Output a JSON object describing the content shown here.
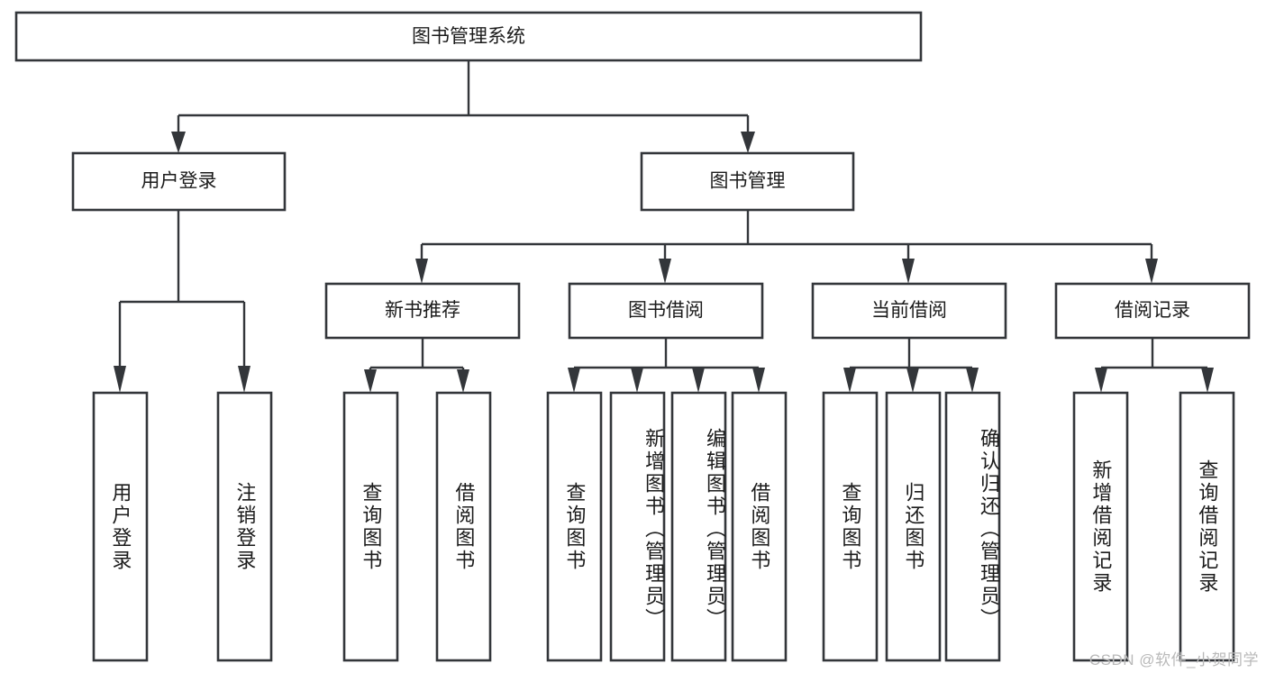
{
  "diagram": {
    "type": "tree-hierarchy",
    "title": "图书管理系统",
    "watermark": "CSDN @软件_小贺同学",
    "colors": {
      "background": "#ffffff",
      "stroke": "#33363a",
      "text": "#1b1b1b",
      "watermark": "#b9b9b9"
    },
    "root": {
      "label": "图书管理系统"
    },
    "level2": [
      {
        "label": "用户登录"
      },
      {
        "label": "图书管理"
      }
    ],
    "level3": [
      {
        "label": "新书推荐"
      },
      {
        "label": "图书借阅"
      },
      {
        "label": "当前借阅"
      },
      {
        "label": "借阅记录"
      }
    ],
    "leaves": {
      "user_login": [
        {
          "label": "用户登录"
        },
        {
          "label": "注销登录"
        }
      ],
      "new_book_recommend": [
        {
          "label": "查询图书"
        },
        {
          "label": "借阅图书"
        }
      ],
      "book_borrow": [
        {
          "label": "查询图书"
        },
        {
          "label": "新增图书（管理员）"
        },
        {
          "label": "编辑图书（管理员）"
        },
        {
          "label": "借阅图书"
        }
      ],
      "current_borrow": [
        {
          "label": "查询图书"
        },
        {
          "label": "归还图书"
        },
        {
          "label": "确认归还（管理员）"
        }
      ],
      "borrow_record": [
        {
          "label": "新增借阅记录"
        },
        {
          "label": "查询借阅记录"
        }
      ]
    }
  }
}
